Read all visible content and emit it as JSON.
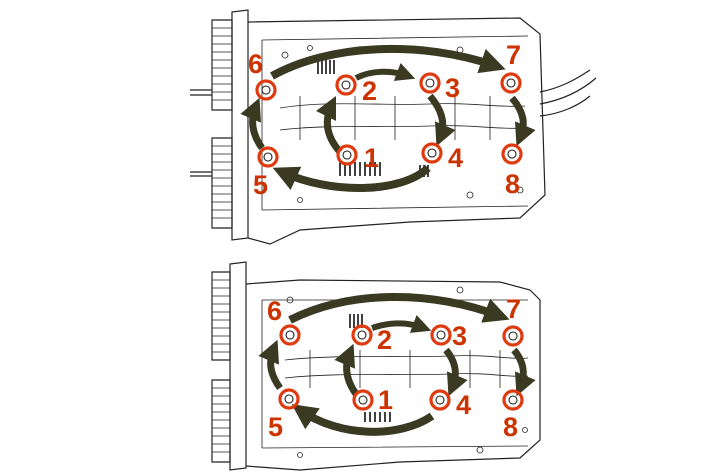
{
  "diagram": {
    "colors": {
      "label": "#cc3300",
      "ring": "#e03a10",
      "arrow": "#3a3a22",
      "line": "#222222"
    },
    "views": [
      {
        "id": "top",
        "bolts": [
          {
            "label": "1"
          },
          {
            "label": "2"
          },
          {
            "label": "3"
          },
          {
            "label": "4"
          },
          {
            "label": "5"
          },
          {
            "label": "6"
          },
          {
            "label": "7"
          },
          {
            "label": "8"
          }
        ]
      },
      {
        "id": "bottom",
        "bolts": [
          {
            "label": "1"
          },
          {
            "label": "2"
          },
          {
            "label": "3"
          },
          {
            "label": "4"
          },
          {
            "label": "5"
          },
          {
            "label": "6"
          },
          {
            "label": "7"
          },
          {
            "label": "8"
          }
        ]
      }
    ]
  }
}
